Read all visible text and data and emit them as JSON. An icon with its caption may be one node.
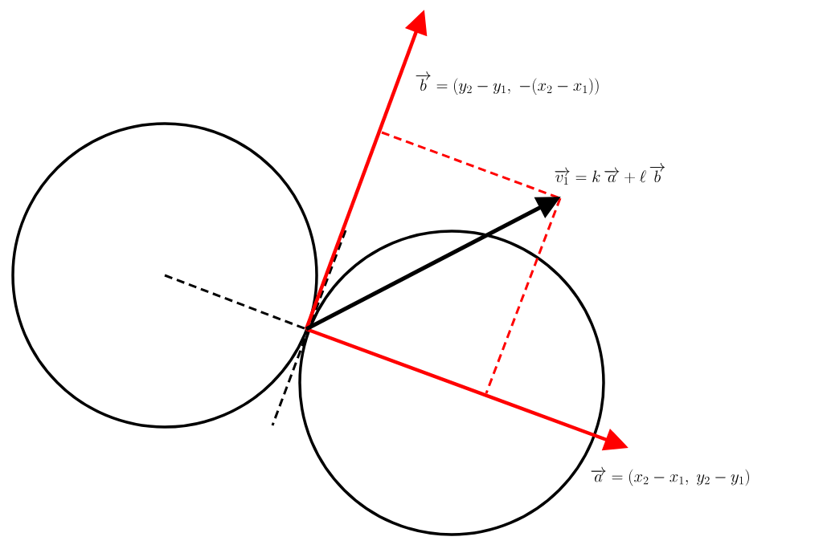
{
  "diagram": {
    "labels": [
      "\\overrightarrow{b}=(y_2-y_1,\\ -(x_2-x_1))",
      "\\overrightarrow{v_1}=k\\,\\overrightarrow{a}+\\ell\\,\\overrightarrow{b}",
      "\\overrightarrow{a}=(x_2-x_1,\\ y_2-y_1)"
    ]
  }
}
